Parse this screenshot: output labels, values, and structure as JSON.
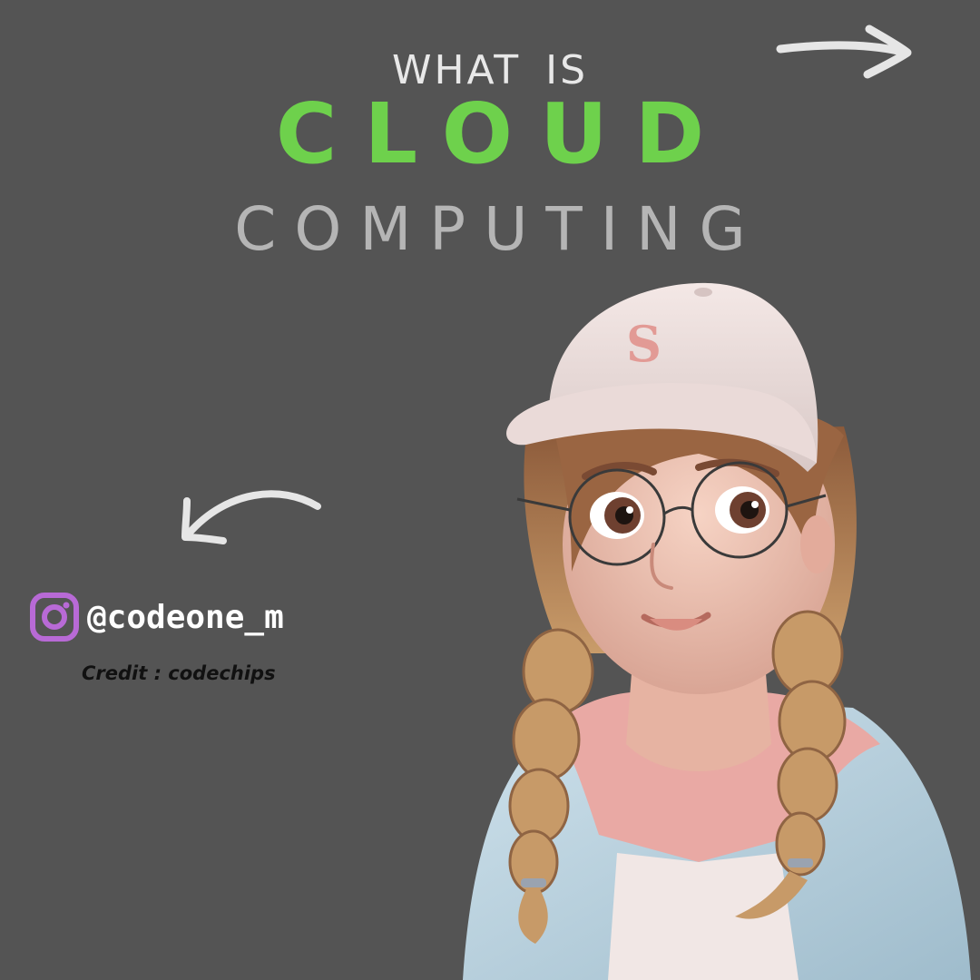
{
  "title": {
    "line1": "WHAT IS",
    "line2": "CLOUD",
    "line3": "COMPUTING"
  },
  "social": {
    "icon": "instagram-icon",
    "handle": "@codeone_m",
    "credit": "Credit : codechips"
  },
  "illustration": {
    "cap_logo": "S"
  },
  "colors": {
    "background": "#545454",
    "accent_green": "#6ed14c",
    "title_light": "#e8e8e8",
    "title_gray": "#b5b5b5",
    "instagram_purple": "#b86ad6"
  }
}
